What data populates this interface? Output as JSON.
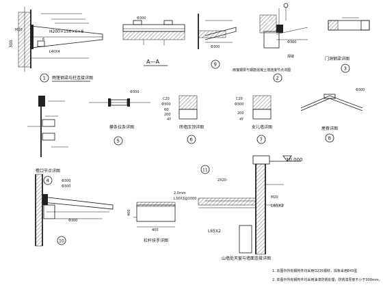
{
  "sheet": {
    "level_mark": "10.000",
    "notes": [
      "1. 本图中所有钢构件均采用Q235钢材，焊条采用E43型",
      "2. 本图中所有钢构件均采用油漆防锈处理，防锈漆厚度不小于300mm。"
    ]
  },
  "details": {
    "d1": {
      "number": "1",
      "caption": "雨篷钢梁与柱连接详图",
      "texts": [
        "H200×150×6×8",
        "6",
        "L40X4",
        "300",
        "M20"
      ]
    },
    "d_aa": {
      "caption": "A—A",
      "texts": [
        "Φ300"
      ]
    },
    "d9": {
      "number": "9",
      "texts": [
        "Φ300"
      ]
    },
    "d2": {
      "number": "2",
      "caption": "雨篷钢梁与钢筋混凝土墙连接节点详图",
      "texts": [
        "Φ300",
        "焊缝"
      ]
    },
    "d3": {
      "number": "3",
      "caption": "门洞钢梁详图"
    },
    "d4": {
      "number": "4",
      "caption": "檐口节点详图"
    },
    "d5": {
      "number": "5",
      "caption": "檩条拉条详图",
      "texts": [
        "Φ300"
      ]
    },
    "d6": {
      "number": "6",
      "caption": "砖墙压顶详图",
      "texts": [
        "C20",
        "Φ300",
        "60",
        "200",
        "4Y"
      ]
    },
    "d7": {
      "number": "7",
      "caption": "女儿墙详图",
      "texts": [
        "C20",
        "Φ300",
        "200",
        "4Y"
      ]
    },
    "d8": {
      "number": "8",
      "caption": "屋脊详图",
      "texts": [
        "Φ300"
      ]
    },
    "d10": {
      "number": "10",
      "texts": [
        "Φ300",
        "Φ300",
        "Φ300"
      ]
    },
    "d_rail": {
      "caption": "栏杆扶手详图",
      "texts": [
        "2.0mm",
        "L30X3@1000",
        "400",
        "400"
      ]
    },
    "d11": {
      "number": "11",
      "caption": "山墙处天窗与墙面连接详图",
      "texts": [
        "2X20",
        "L65X2",
        "L65X2",
        "M20"
      ]
    }
  }
}
